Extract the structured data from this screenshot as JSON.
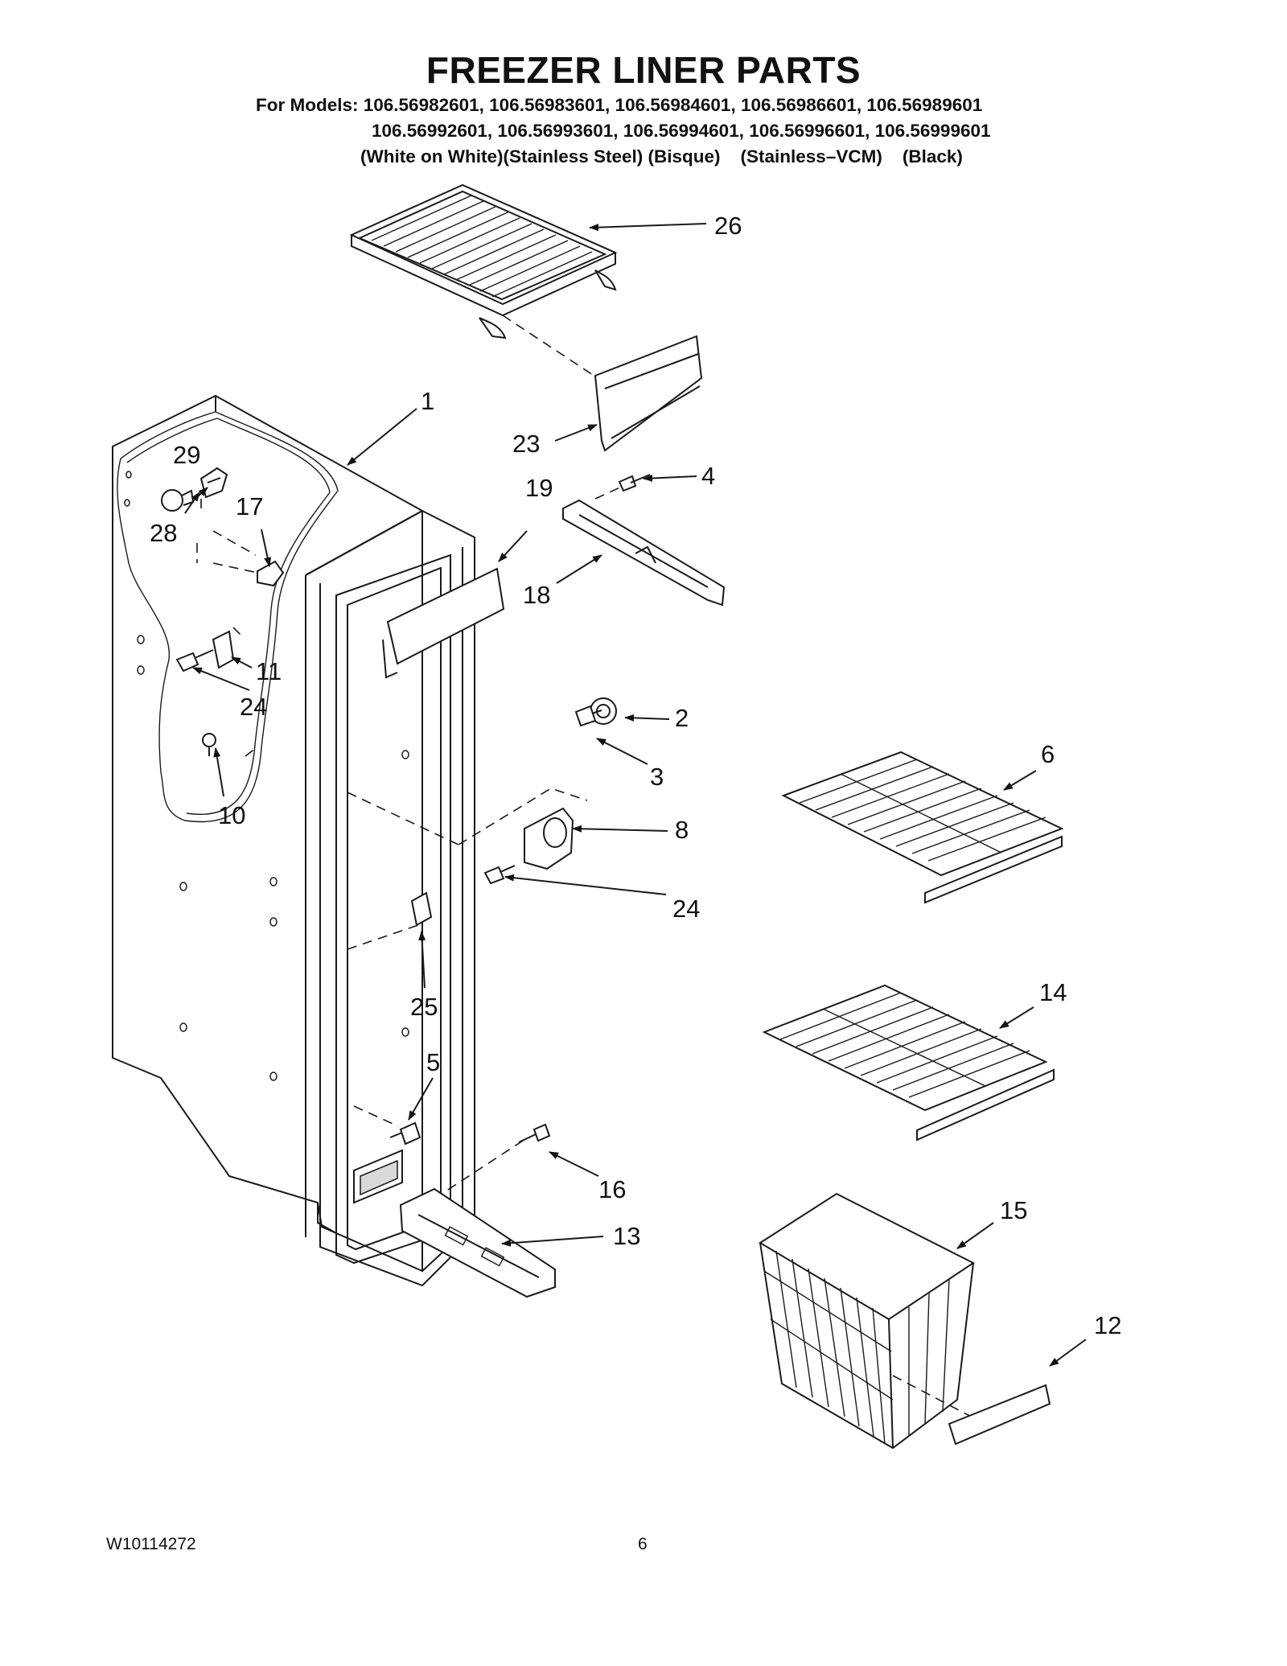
{
  "header": {
    "title": "FREEZER LINER PARTS",
    "models_line1": "For Models: 106.56982601, 106.56983601, 106.56984601, 106.56986601, 106.56989601",
    "models_line2": "106.56992601, 106.56993601, 106.56994601, 106.56996601, 106.56999601",
    "models_line3": "(White on White)(Stainless Steel) (Bisque)    (Stainless–VCM)    (Black)"
  },
  "callouts": {
    "c1": "1",
    "c2": "2",
    "c3": "3",
    "c4": "4",
    "c5": "5",
    "c6": "6",
    "c8": "8",
    "c10": "10",
    "c11": "11",
    "c12": "12",
    "c13": "13",
    "c14": "14",
    "c15": "15",
    "c16": "16",
    "c17": "17",
    "c18": "18",
    "c19": "19",
    "c23": "23",
    "c24a": "24",
    "c24b": "24",
    "c25": "25",
    "c26": "26",
    "c28": "28",
    "c29": "29"
  },
  "footer": {
    "doc_id": "W10114272",
    "page_number": "6"
  }
}
